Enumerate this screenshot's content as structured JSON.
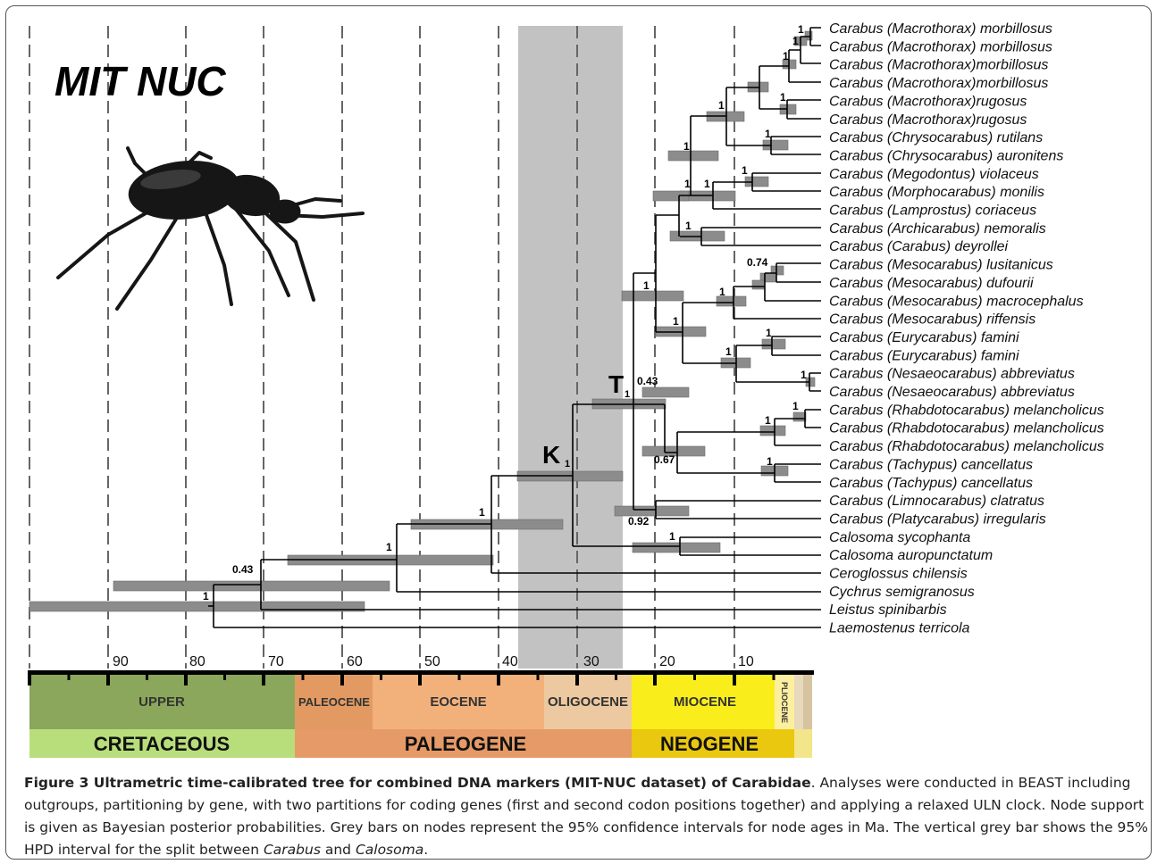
{
  "panel_title": "MIT NUC",
  "taxa": [
    "Carabus (Macrothorax) morbillosus",
    "Carabus (Macrothorax) morbillosus",
    "Carabus (Macrothorax)morbillosus",
    "Carabus (Macrothorax)morbillosus",
    "Carabus (Macrothorax)rugosus",
    "Carabus (Macrothorax)rugosus",
    "Carabus (Chrysocarabus) rutilans",
    "Carabus (Chrysocarabus) auronitens",
    "Carabus (Megodontus) violaceus",
    "Carabus (Morphocarabus) monilis",
    "Carabus (Lamprostus) coriaceus",
    "Carabus (Archicarabus) nemoralis",
    "Carabus (Carabus) deyrollei",
    "Carabus (Mesocarabus) lusitanicus",
    "Carabus (Mesocarabus) dufourii",
    "Carabus (Mesocarabus) macrocephalus",
    "Carabus (Mesocarabus) riffensis",
    "Carabus (Eurycarabus) famini",
    "Carabus (Eurycarabus) famini",
    "Carabus (Nesaeocarabus) abbreviatus",
    "Carabus (Nesaeocarabus) abbreviatus",
    "Carabus (Rhabdotocarabus) melancholicus",
    "Carabus (Rhabdotocarabus) melancholicus",
    "Carabus (Rhabdotocarabus) melancholicus",
    "Carabus (Tachypus) cancellatus",
    "Carabus (Tachypus) cancellatus",
    "Carabus (Limnocarabus) clatratus",
    "Carabus (Platycarabus) irregularis",
    "Calosoma sycophanta",
    "Calosoma auropunctatum",
    "Ceroglossus chilensis",
    "Cychrus semigranosus",
    "Leistus spinibarbis",
    "Laemostenus terricola"
  ],
  "axis_ticks": [
    "90",
    "80",
    "70",
    "60",
    "50",
    "40",
    "30",
    "20",
    "10"
  ],
  "node_labels": {
    "k1": "K",
    "k1_sub": "1",
    "t1": "T",
    "t1_sub": "1"
  },
  "support_values": [
    "1",
    "1",
    "1",
    "1",
    "1",
    "1",
    "1",
    "1",
    "1",
    "1",
    "1",
    "1",
    "1",
    "1",
    "1",
    "1",
    "1",
    "1",
    "1",
    "1",
    "1",
    "1",
    "0.74",
    "0.43",
    "0.67",
    "0.92",
    "0.43"
  ],
  "epochs": [
    "UPPER",
    "PALEOCENE",
    "EOCENE",
    "OLIGOCENE",
    "MIOCENE",
    "PLIOCENE"
  ],
  "periods": [
    "CRETACEOUS",
    "PALEOGENE",
    "NEOGENE"
  ],
  "colors": {
    "upper": "#8ba75b",
    "cretaceous": "#b8de7c",
    "paleocene": "#e39a62",
    "eocene": "#f2b17b",
    "oligocene": "#ecc9a0",
    "paleogene": "#e69a67",
    "miocene": "#f9ee1b",
    "neogene": "#e9c80f",
    "pliocene": "#fcf0a0",
    "quaternary": "#e7d9bc",
    "hpd_bar": "#c2c2c2",
    "node_bar": "#8c8c8c"
  },
  "caption": {
    "bold": "Figure 3 Ultrametric time-calibrated tree for combined DNA markers (MIT-NUC dataset) of Carabidae",
    "text_1": ". Analyses were conducted in BEAST including outgroups, partitioning by gene, with two partitions for coding genes (first and second codon positions together) and applying a relaxed ULN clock. Node support is given as Bayesian posterior probabilities. Grey bars on nodes represent the 95% confidence intervals for node ages in Ma. The vertical grey bar shows the 95% HPD interval for the split between ",
    "italic_1": "Carabus",
    "text_2": " and ",
    "italic_2": "Calosoma",
    "text_3": "."
  }
}
